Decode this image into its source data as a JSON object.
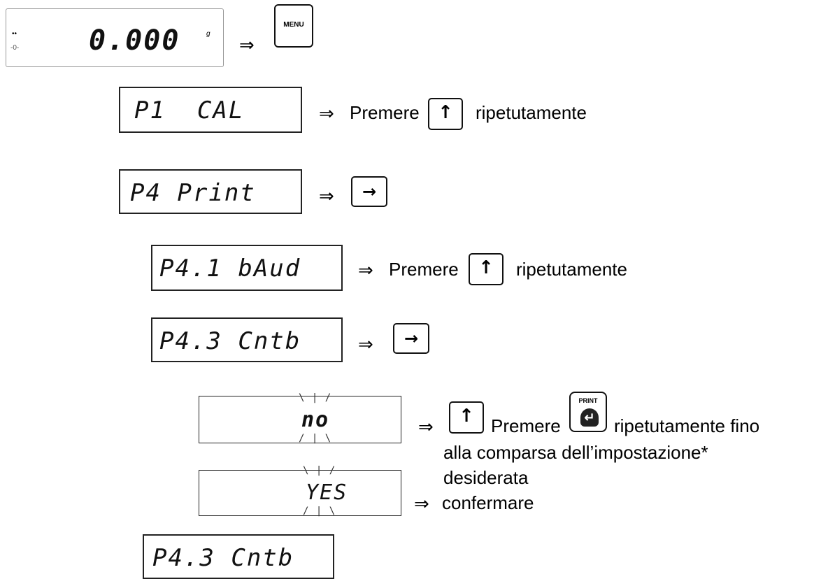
{
  "display_initial": {
    "value": "0.000",
    "unit": "g",
    "indicator_top": "••",
    "indicator_zero": "-0-"
  },
  "keys": {
    "menu": "MENU",
    "up": "↑",
    "right": "→",
    "print": "PRINT",
    "enter": "↵"
  },
  "implies": "⇒",
  "lcd": {
    "p1": "P1  CAL",
    "p4": "P4 Print",
    "p41": "P4.1 bAud",
    "p43": "P4.3 Cntb",
    "no": "no",
    "yes": "YES",
    "p43_final": "P4.3 Cntb"
  },
  "text": {
    "premere": "Premere",
    "ripetutamente": "ripetutamente",
    "ripetutamente_fino": "ripetutamente fino",
    "alla_comparsa": "alla comparsa dell’impostazione*",
    "desiderata": "desiderata",
    "confermare": "confermare"
  }
}
